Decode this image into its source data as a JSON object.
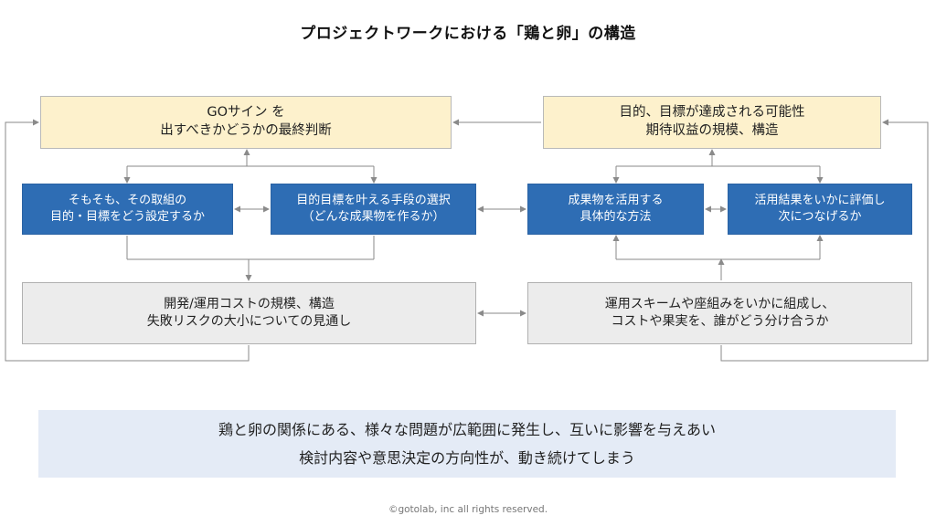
{
  "title": "プロジェクトワークにおける「鶏と卵」の構造",
  "boxes": {
    "go_sign": [
      "GOサイン を",
      "出すべきかどうかの最終判断"
    ],
    "purpose": [
      "目的、目標が達成される可能性",
      "期待収益の規模、構造"
    ],
    "approach": [
      "そもそも、その取組の",
      "目的・目標をどう設定するか"
    ],
    "means": [
      "目的目標を叶える手段の選択",
      "（どんな成果物を作るか）"
    ],
    "deliverable": [
      "成果物を活用する",
      "具体的な方法"
    ],
    "evaluation": [
      "活用結果をいかに評価し",
      "次につなげるか"
    ],
    "cost": [
      "開発/運用コストの規模、構造",
      "失敗リスクの大小についての見通し"
    ],
    "scheme": [
      "運用スキームや座組みをいかに組成し、",
      "コストや果実を、誰がどう分け合うか"
    ]
  },
  "note": [
    "鶏と卵の関係にある、様々な問題が広範囲に発生し、互いに影響を与えあい",
    "検討内容や意思決定の方向性が、動き続けてしまう"
  ],
  "copyright": "©gotolab, inc  all rights reserved.",
  "colors": {
    "yellow_box": "#fdf1cc",
    "blue_box": "#2e6db4",
    "gray_box": "#ececec",
    "note_bg": "#e4ebf6",
    "connector": "#8a8a8a"
  }
}
